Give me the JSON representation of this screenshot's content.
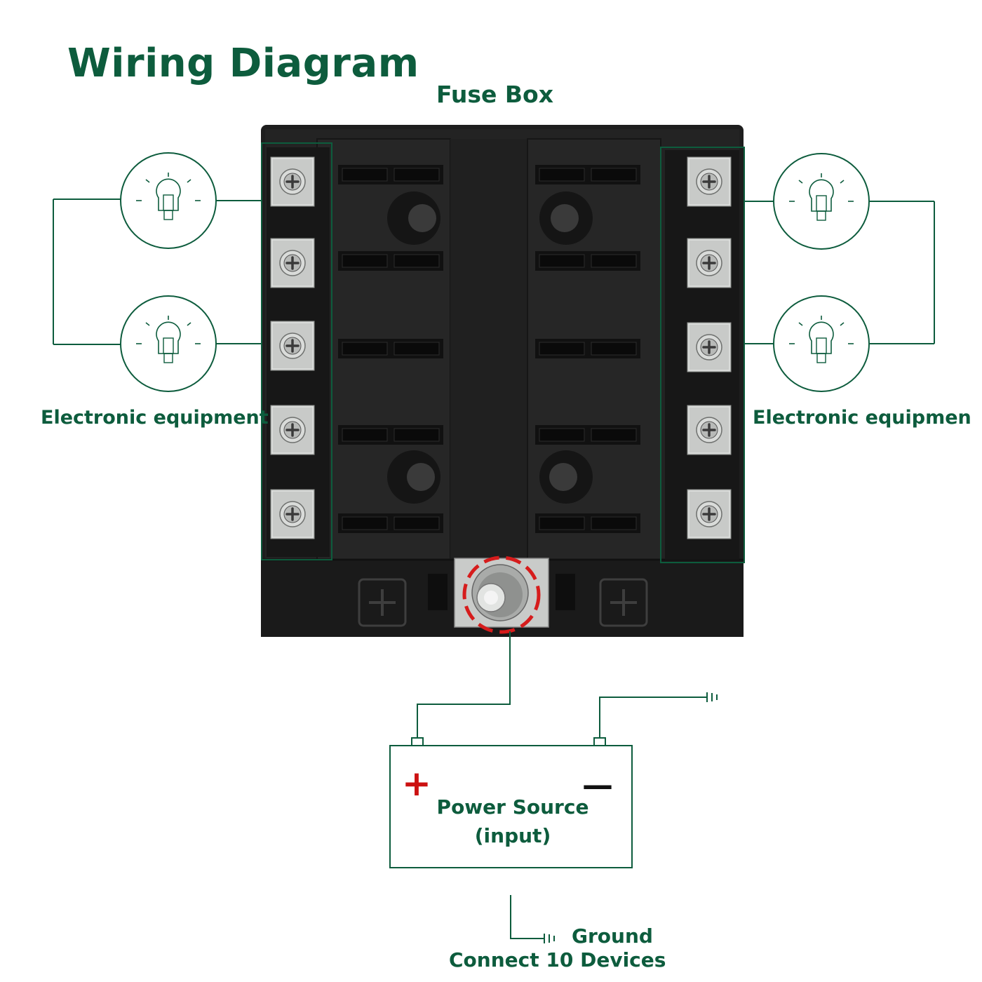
{
  "diagram": {
    "title": "Wiring Diagram",
    "fuse_box_label": "Fuse Box",
    "left_equipment_label": "Electronic equipment",
    "right_equipment_label": "Electronic equipment",
    "power_source": {
      "line1": "Power Source",
      "line2": "(input)",
      "positive_sign": "+",
      "negative_sign": "—"
    },
    "ground_label": "Ground",
    "connect_label": "Connect 10 Devices"
  },
  "colors": {
    "brand_green": "#0d5c3d",
    "positive_red": "#cc1111",
    "fuse_box_body": "#1e1e1e",
    "terminal_metal": "#c4c6c4"
  },
  "icons": {
    "equipment": "light-bulb-icon",
    "terminal": "screw-terminal-icon",
    "ground": "ground-symbol-icon"
  }
}
